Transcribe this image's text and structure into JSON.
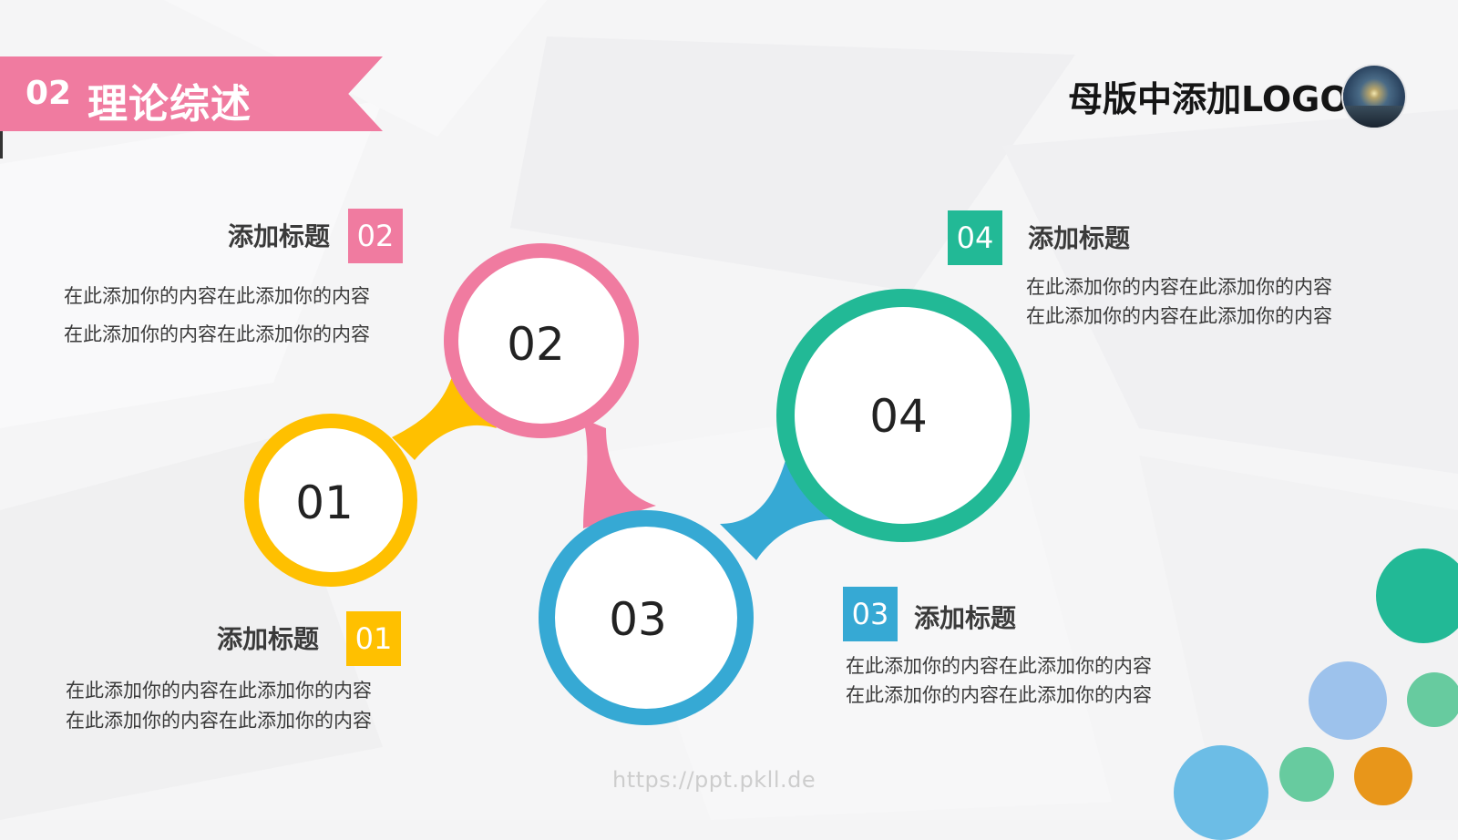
{
  "section": {
    "number": "02",
    "title": "理论综述"
  },
  "logo": {
    "text": "母版中添加LOGO",
    "avatar_icon": "aurora-landscape-image"
  },
  "diagram": {
    "nodes": [
      {
        "label": "01",
        "color": "#ffc000"
      },
      {
        "label": "02",
        "color": "#f07ba0"
      },
      {
        "label": "03",
        "color": "#36a9d4"
      },
      {
        "label": "04",
        "color": "#22b996"
      }
    ]
  },
  "items": [
    {
      "badge": "01",
      "color": "#ffc000",
      "heading": "添加标题",
      "lines": [
        "在此添加你的内容在此添加你的内容",
        "在此添加你的内容在此添加你的内容"
      ]
    },
    {
      "badge": "02",
      "color": "#f07ba0",
      "heading": "添加标题",
      "lines": [
        "在此添加你的内容在此添加你的内容",
        "在此添加你的内容在此添加你的内容"
      ]
    },
    {
      "badge": "03",
      "color": "#36a9d4",
      "heading": "添加标题",
      "lines": [
        "在此添加你的内容在此添加你的内容",
        "在此添加你的内容在此添加你的内容"
      ]
    },
    {
      "badge": "04",
      "color": "#22b996",
      "heading": "添加标题",
      "lines": [
        "在此添加你的内容在此添加你的内容",
        "在此添加你的内容在此添加你的内容"
      ]
    }
  ],
  "footer": {
    "url": "https://ppt.pkll.de"
  },
  "decor_colors": [
    "#22b996",
    "#9dc2ec",
    "#67cb9f",
    "#6cbde6",
    "#e8961a"
  ]
}
